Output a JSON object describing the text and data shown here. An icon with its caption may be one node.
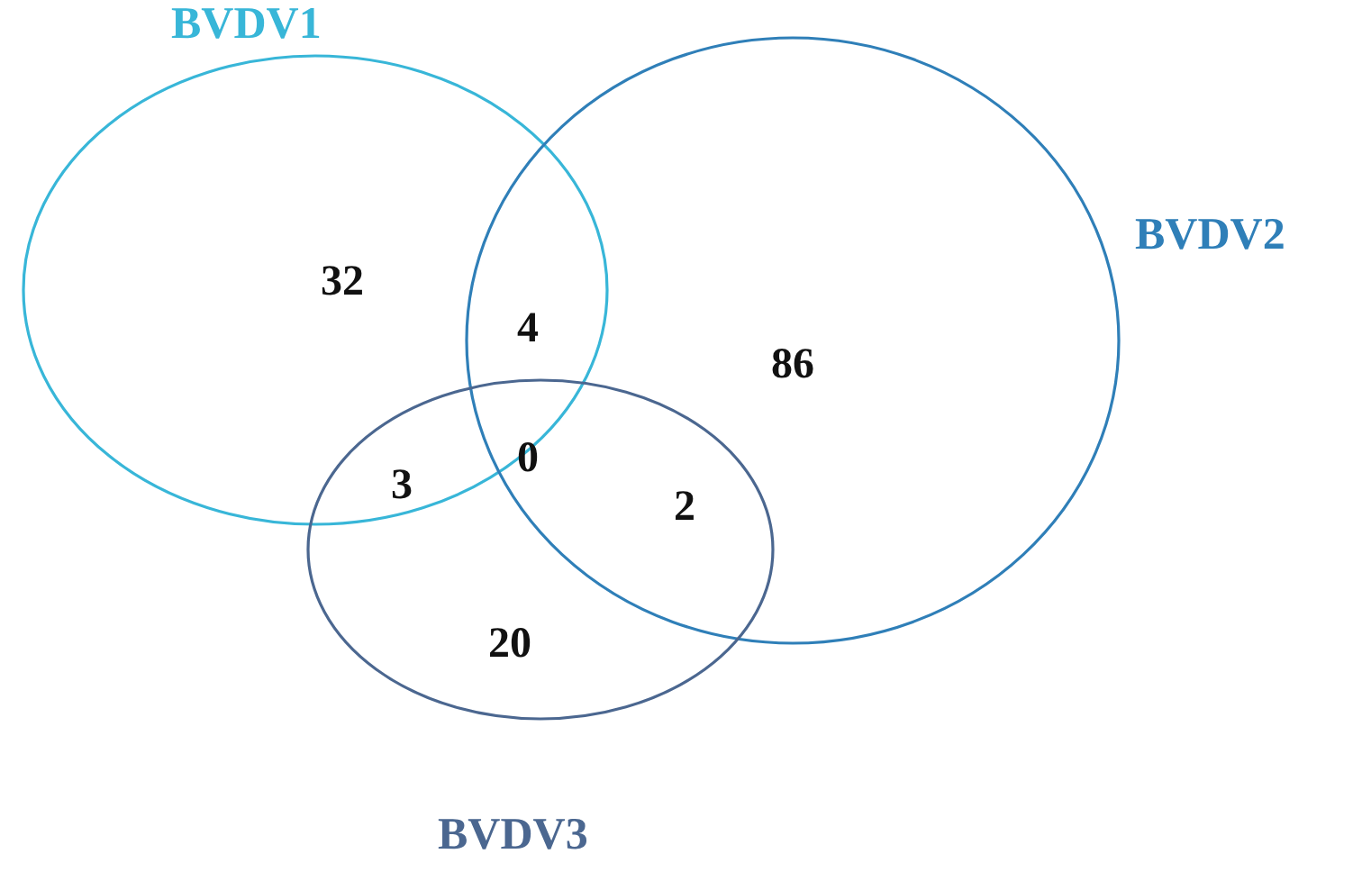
{
  "diagram": {
    "nodes": [
      {
        "text": [
          "BVDV1"
        ]
      },
      {
        "text": [
          "BVDV2"
        ]
      },
      {
        "text": [
          "BVDV3"
        ]
      }
    ],
    "labels": [
      "32",
      "4",
      "86",
      "0",
      "3",
      "2",
      "20"
    ]
  }
}
